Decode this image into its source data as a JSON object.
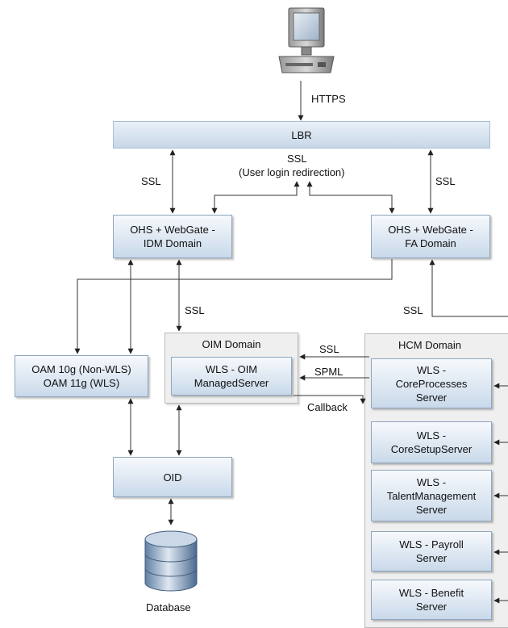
{
  "client": {
    "protocol": "HTTPS"
  },
  "lbr": {
    "label": "LBR"
  },
  "ssl_center": {
    "line1": "SSL",
    "line2": "(User login redirection)"
  },
  "ssl_left": "SSL",
  "ssl_right": "SSL",
  "ohs_idm": {
    "label": "OHS + WebGate -\nIDM Domain"
  },
  "ohs_fa": {
    "label": "OHS + WebGate -\nFA Domain"
  },
  "ssl_oim": "SSL",
  "ssl_hcm_in": "SSL",
  "oam": {
    "label": "OAM 10g (Non-WLS)\nOAM 11g (WLS)"
  },
  "oim_domain": {
    "title": "OIM Domain",
    "server": "WLS - OIM\nManagedServer"
  },
  "links": {
    "ssl": "SSL",
    "spml": "SPML",
    "callback": "Callback"
  },
  "hcm_domain": {
    "title": "HCM Domain",
    "servers": [
      "WLS -\nCoreProcesses\nServer",
      "WLS -\nCoreSetupServer",
      "WLS -\nTalentManagement\nServer",
      "WLS - Payroll\nServer",
      "WLS - Benefit\nServer"
    ]
  },
  "oid": {
    "label": "OID"
  },
  "database": {
    "label": "Database"
  }
}
